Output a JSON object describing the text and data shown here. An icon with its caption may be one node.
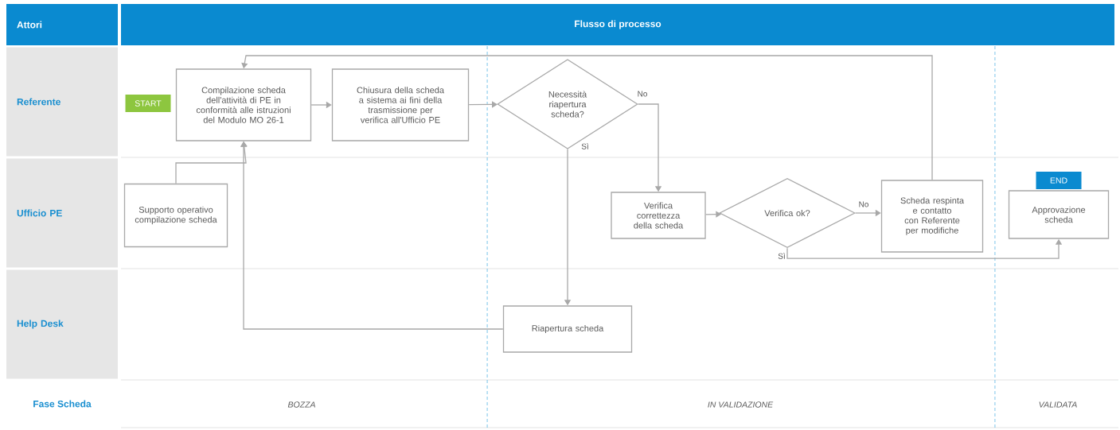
{
  "diagram": {
    "title": "Flusso di processo",
    "nodes": [
      {
        "text": [
          "Attori"
        ]
      },
      {
        "text": [
          "Referente"
        ]
      },
      {
        "text": [
          "Ufficio PE"
        ]
      },
      {
        "text": [
          "Help Desk"
        ]
      },
      {
        "text": [
          "START"
        ]
      },
      {
        "text": [
          "Compilazione scheda dell'attività di PE in conformità alle istruzioni del Modulo MO 26-1"
        ]
      },
      {
        "text": [
          "Chiusura della scheda a sistema ai fini della trasmissione per verifica all'Ufficio PE"
        ]
      },
      {
        "text": [
          "Necessità riapertura scheda?"
        ]
      },
      {
        "text": [
          "Supporto operativo compilazione scheda"
        ]
      },
      {
        "text": [
          "Verifica correttezza della scheda"
        ]
      },
      {
        "text": [
          "Verifica ok?"
        ]
      },
      {
        "text": [
          "Scheda respinta e contatto con Referente per modifiche"
        ]
      },
      {
        "text": [
          "END"
        ]
      },
      {
        "text": [
          "Approvazione scheda"
        ]
      },
      {
        "text": [
          "Riapertura scheda"
        ]
      }
    ],
    "edges": [
      {
        "from": 5,
        "to": 6,
        "arrow": "to"
      },
      {
        "from": 6,
        "to": 7,
        "arrow": "to"
      },
      {
        "from": 7,
        "to": 9,
        "arrow": "to",
        "label": "No"
      },
      {
        "from": 7,
        "to": 14,
        "arrow": "to",
        "label": "Sì"
      },
      {
        "from": 8,
        "to": 5,
        "arrow": "to"
      },
      {
        "from": 14,
        "to": 5,
        "arrow": "to"
      },
      {
        "from": 9,
        "to": 10,
        "arrow": "to"
      },
      {
        "from": 10,
        "to": 11,
        "arrow": "to",
        "label": "No"
      },
      {
        "from": 10,
        "to": 13,
        "arrow": "to",
        "label": "Sì"
      },
      {
        "from": 11,
        "to": 5,
        "arrow": "to"
      }
    ],
    "labels": [
      "Fase Scheda",
      "BOZZA",
      "IN VALIDAZIONE",
      "VALIDATA"
    ]
  }
}
